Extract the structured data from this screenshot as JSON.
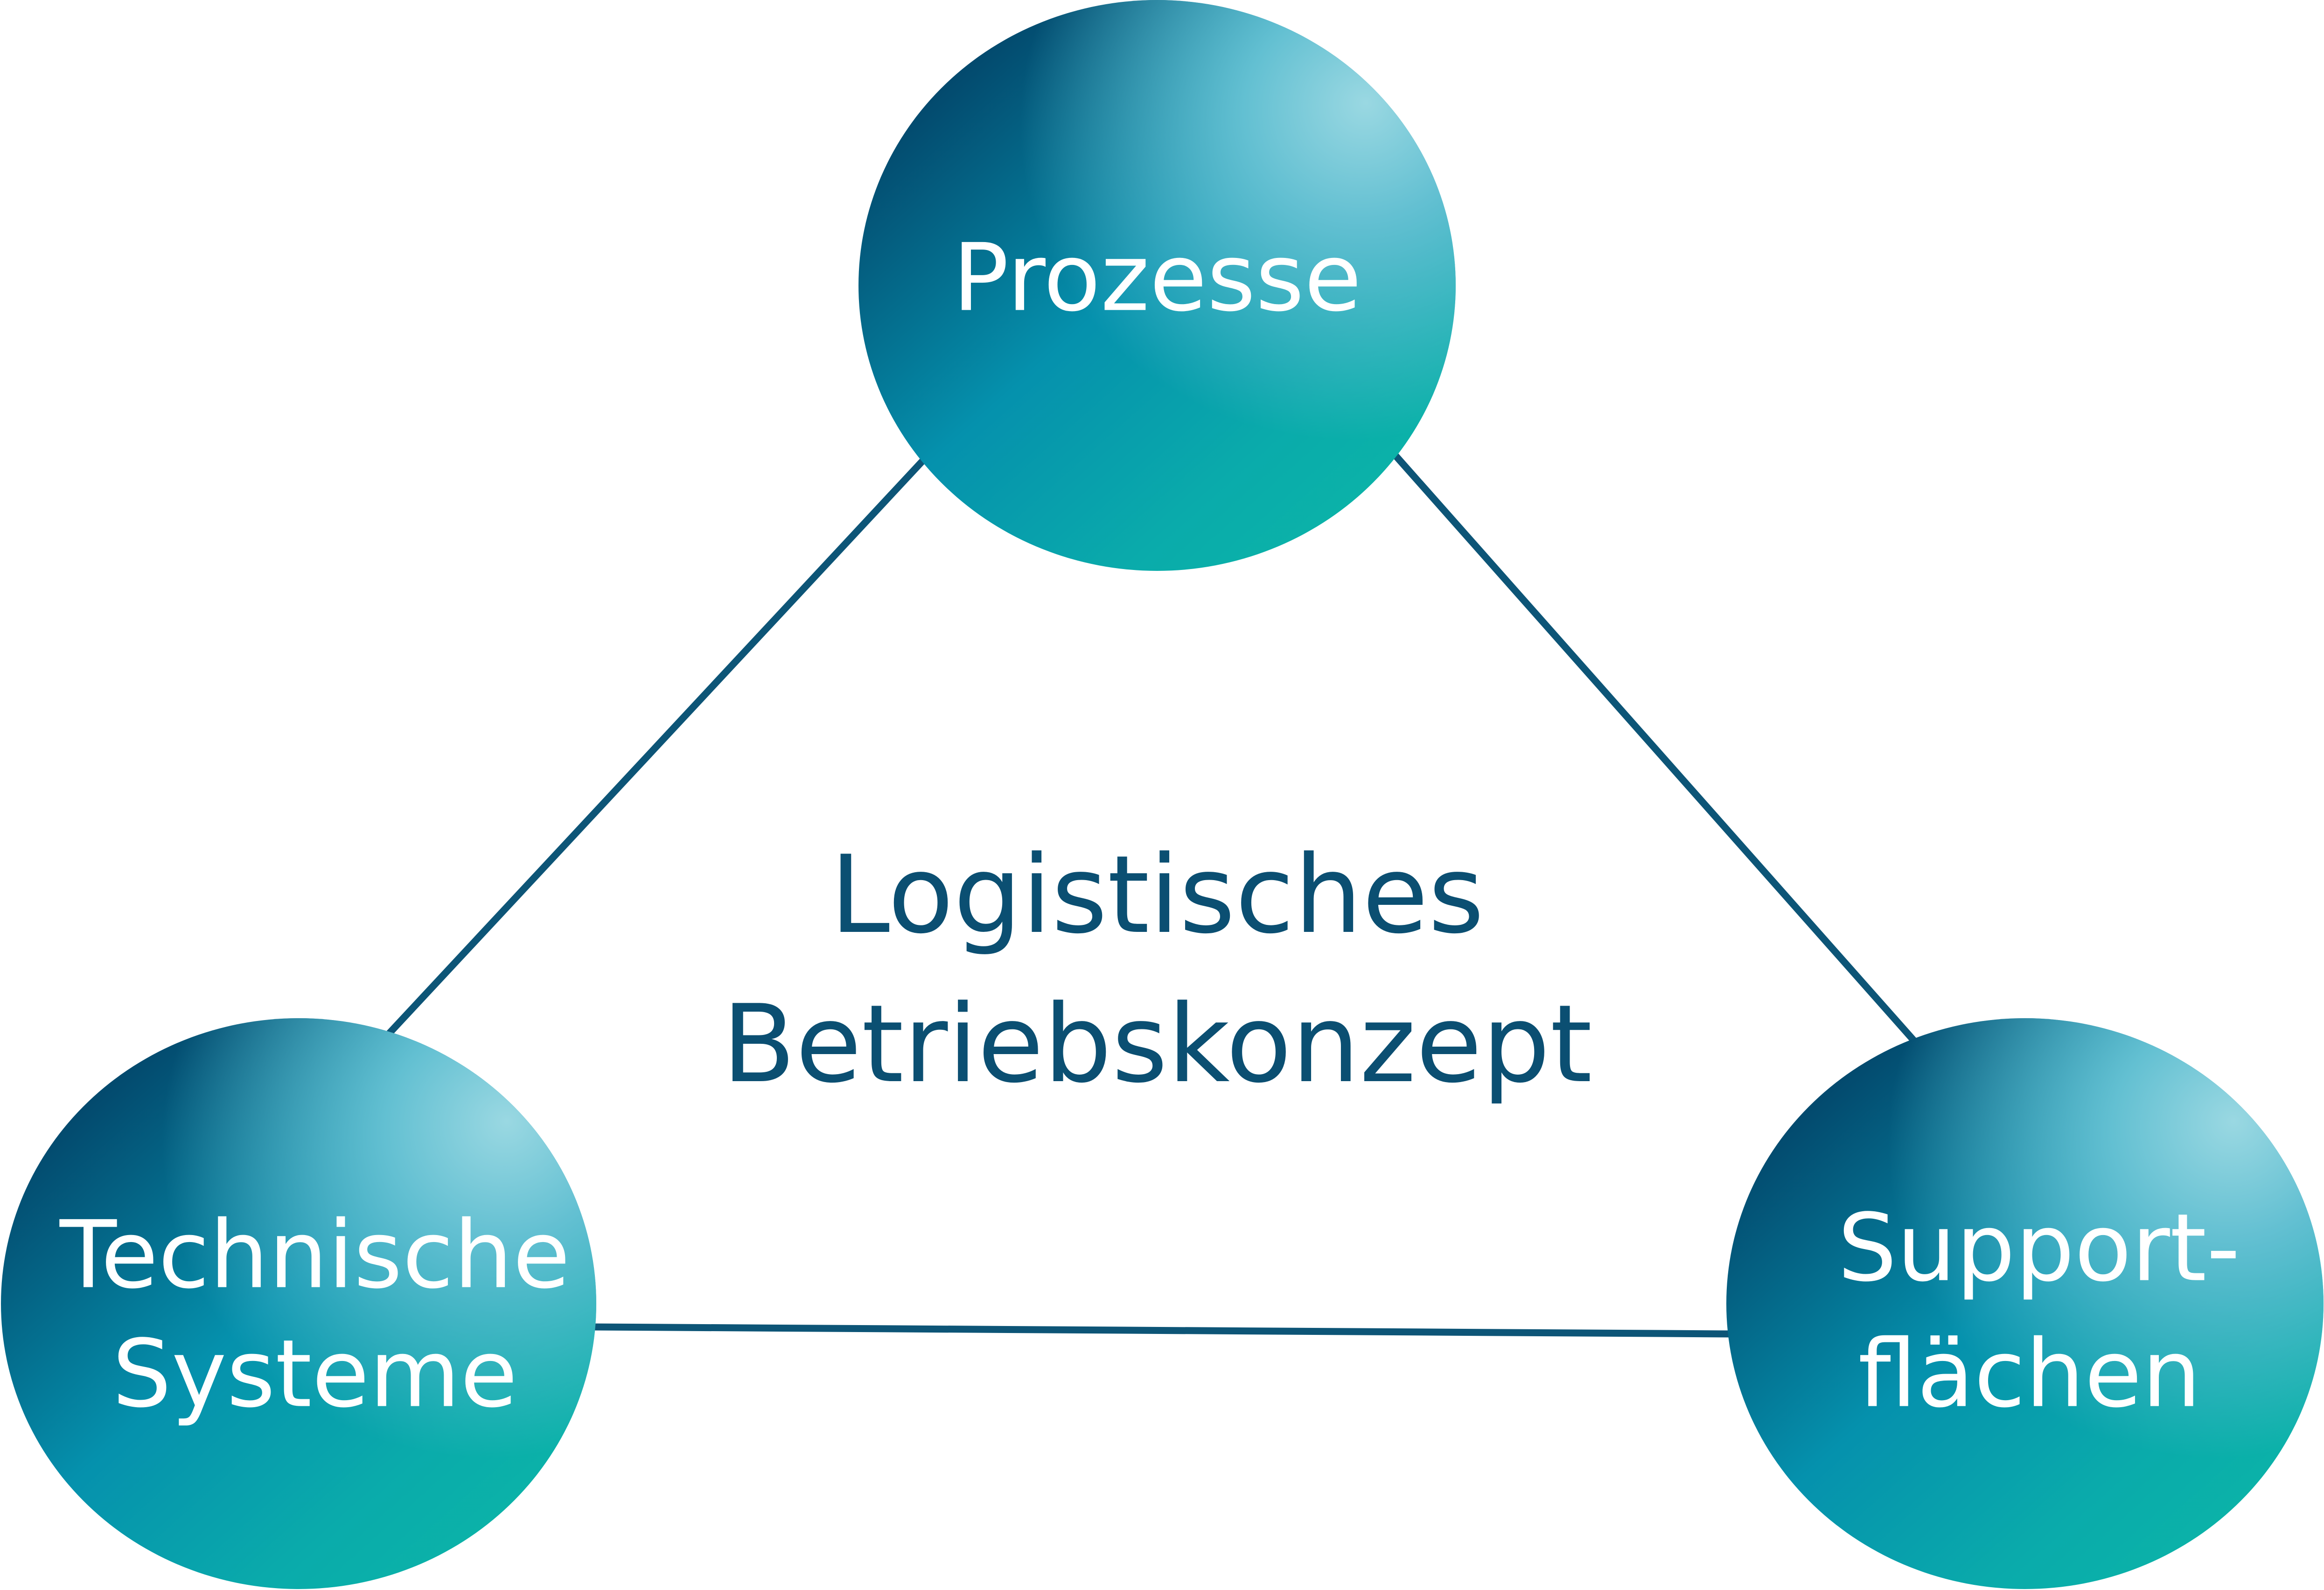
{
  "diagram": {
    "center": {
      "line1": "Logistisches",
      "line2": "Betriebskonzept"
    },
    "nodes": {
      "top": {
        "line1": "Prozesse"
      },
      "left": {
        "line1": "Technische",
        "line2": "Systeme"
      },
      "right": {
        "line1": "Support-",
        "line2": "flächen"
      }
    },
    "colors": {
      "edge": "#0d5577",
      "center_text": "#0b4f72",
      "node_dark": "#034a6e",
      "node_mid": "#0591ad",
      "node_teal": "#0bb3a8",
      "node_light": "#8fd3de"
    }
  }
}
